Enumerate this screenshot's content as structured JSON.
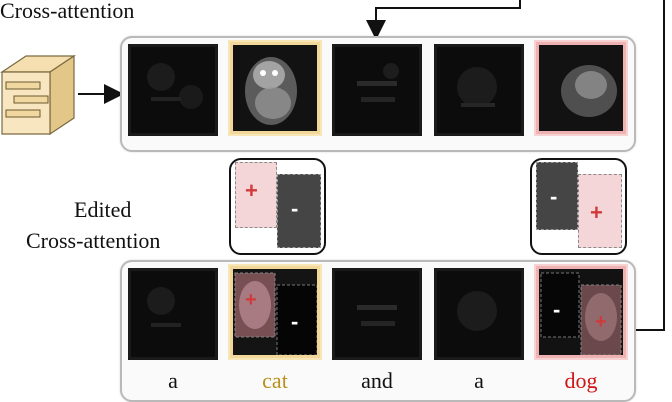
{
  "labels": {
    "cross_attention": "Cross-attention",
    "edited_line1": "Edited",
    "edited_line2": "Cross-attention"
  },
  "tokens": [
    {
      "text": "a",
      "color": "#111111"
    },
    {
      "text": "cat",
      "color": "#b8901b"
    },
    {
      "text": "and",
      "color": "#111111"
    },
    {
      "text": "a",
      "color": "#111111"
    },
    {
      "text": "dog",
      "color": "#d01414"
    }
  ],
  "signs": {
    "plus": "+",
    "minus": "-"
  },
  "colors": {
    "cat_highlight": "#f2d79a",
    "dog_highlight": "#efb2b2",
    "plus_region": "#f4d6d9",
    "minus_region": "#454545"
  },
  "icons": [
    "model-block-icon"
  ]
}
